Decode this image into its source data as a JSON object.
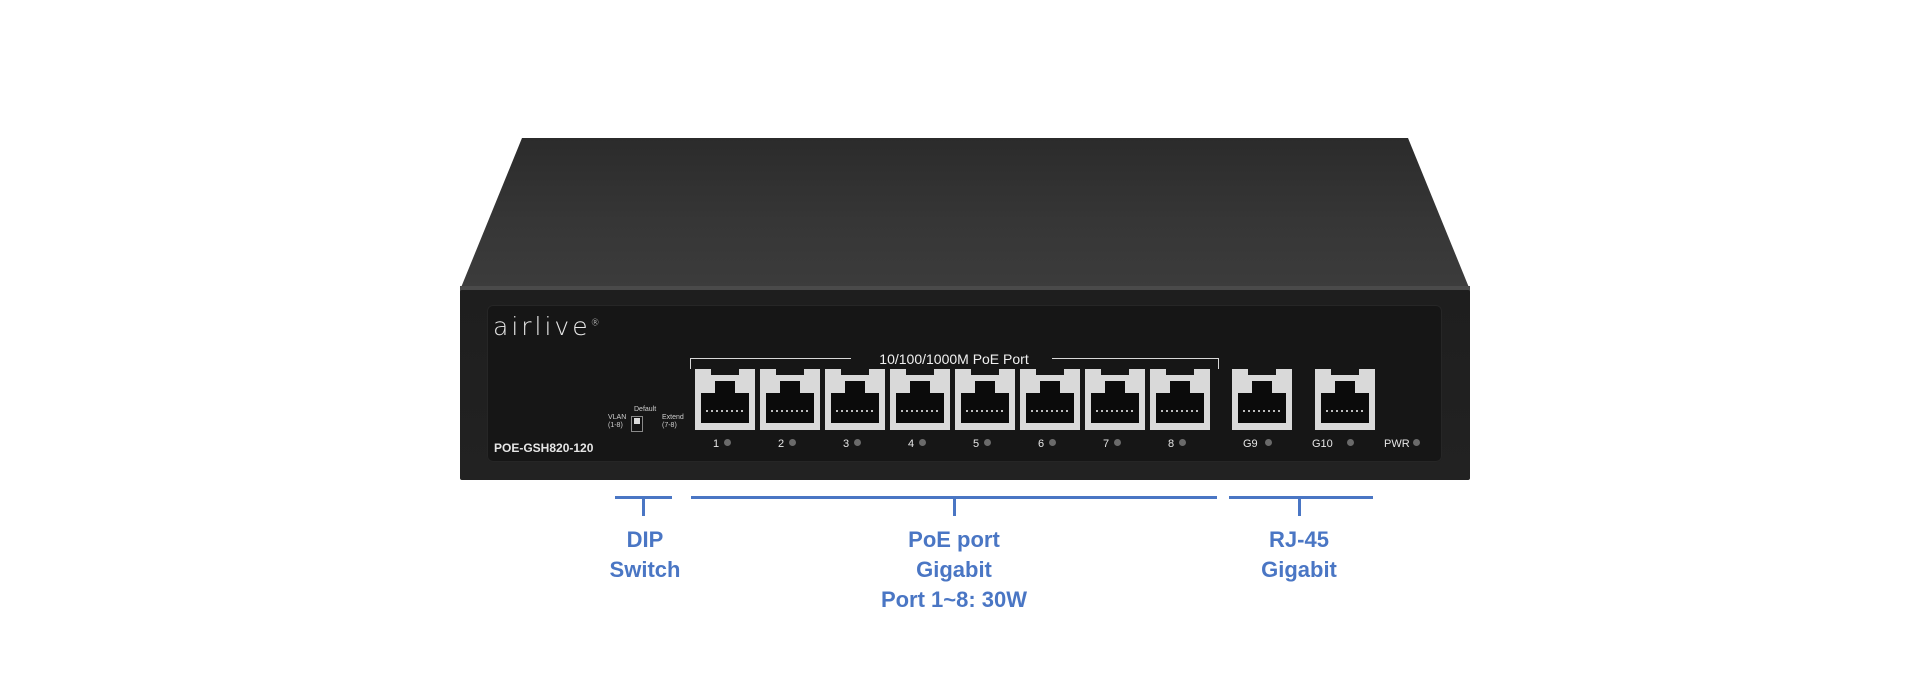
{
  "device": {
    "brand": "airlive",
    "registered_mark": "®",
    "model": "POE-GSH820-120",
    "poe_header": "10/100/1000M PoE Port",
    "dip": {
      "vlan_label_1": "VLAN",
      "vlan_label_2": "(1-8)",
      "default_label": "Default",
      "extend_label_1": "Extend",
      "extend_label_2": "(7-8)"
    },
    "ports": [
      "1",
      "2",
      "3",
      "4",
      "5",
      "6",
      "7",
      "8",
      "G9",
      "G10"
    ],
    "pwr_label": "PWR"
  },
  "annotations": {
    "dip": {
      "line1": "DIP",
      "line2": "Switch"
    },
    "poe": {
      "line1": "PoE port",
      "line2": "Gigabit",
      "line3": "Port 1~8: 30W"
    },
    "rj45": {
      "line1": "RJ-45",
      "line2": "Gigabit"
    }
  },
  "colors": {
    "annotation": "#4a76c4",
    "chassis": "#1e1e1e",
    "port_frame": "#d9d9d9"
  }
}
